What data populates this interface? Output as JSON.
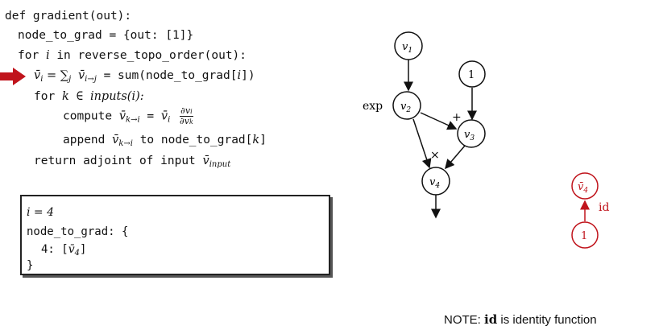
{
  "code": {
    "l1": "def gradient(out):",
    "l2": "node_to_grad = {out:  [1]}",
    "l3_for": "for",
    "l3_var": "i",
    "l3_rest": "in reverse_topo_order(out):",
    "l4_lhs": "v̄",
    "l4_lhs_sub": "i",
    "l4_eq": " = ∑",
    "l4_sum_sub": "j",
    "l4_term": "v̄",
    "l4_term_sub": "i→j",
    "l4_rest": "= sum(node_to_grad[",
    "l4_idx": "i",
    "l4_end": "])",
    "l5_for": "for",
    "l5_var": "k",
    "l5_in": "∈",
    "l5_fn": "inputs(i):",
    "l6_compute": "compute",
    "l6_term": "v̄",
    "l6_term_sub": "k→i",
    "l6_eq": "=",
    "l6_vi": "v̄",
    "l6_vi_sub": "i",
    "l6_num": "∂v",
    "l6_num_sub": "i",
    "l6_den": "∂v",
    "l6_den_sub": "k",
    "l7_append": "append",
    "l7_term": "v̄",
    "l7_term_sub": "k→i",
    "l7_rest": "to node_to_grad[",
    "l7_idx": "k",
    "l7_end": "]",
    "l8": "return adjoint of input",
    "l8_term": "v̄",
    "l8_term_sub": "input"
  },
  "state_box": {
    "line1_var": "i",
    "line1_rest": " = 4",
    "line2": "node_to_grad: {",
    "line3_key": "4: [",
    "line3_val": "v̄",
    "line3_val_sub": "4",
    "line3_end": "]",
    "line4": "}"
  },
  "graph": {
    "nodes": [
      {
        "id": "v1",
        "label": "v",
        "sub": "1"
      },
      {
        "id": "one",
        "label": "1",
        "sub": ""
      },
      {
        "id": "v2",
        "label": "v",
        "sub": "2"
      },
      {
        "id": "v3",
        "label": "v",
        "sub": "3"
      },
      {
        "id": "v4",
        "label": "v",
        "sub": "4"
      }
    ],
    "op_labels": {
      "exp": "exp",
      "plus": "+",
      "times": "×"
    }
  },
  "adjoint_graph": {
    "top_label": "v̄",
    "top_sub": "4",
    "bottom_label": "1",
    "edge_label": "id",
    "color": "#c0141c"
  },
  "note": {
    "prefix": "NOTE: ",
    "bold": "id",
    "suffix": " is identity function"
  },
  "colors": {
    "highlight_arrow": "#c0141c",
    "text": "#111111"
  }
}
